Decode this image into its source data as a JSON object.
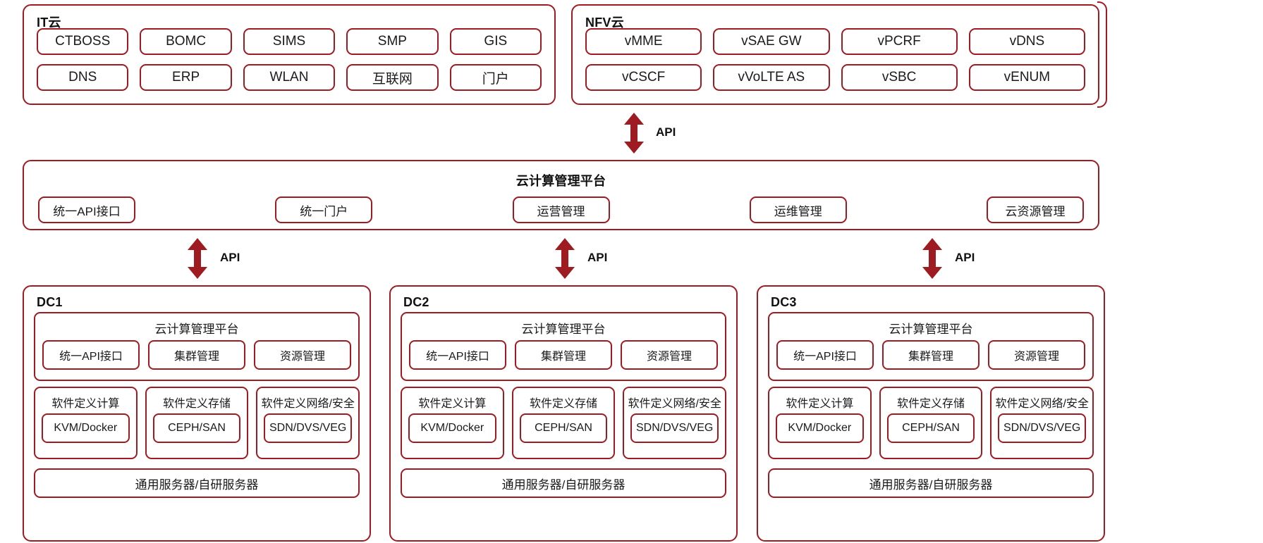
{
  "diagram": {
    "accent_color": "#9e1b22",
    "text_color": "#111111",
    "background": "#ffffff"
  },
  "top_row": {
    "it_cloud": {
      "title": "IT云",
      "items": [
        "CTBOSS",
        "BOMC",
        "SIMS",
        "SMP",
        "GIS",
        "DNS",
        "ERP",
        "WLAN",
        "互联网",
        "门户"
      ]
    },
    "nfv_cloud": {
      "title": "NFV云",
      "items": [
        "vMME",
        "vSAE GW",
        "vPCRF",
        "vDNS",
        "vCSCF",
        "vVoLTE AS",
        "vSBC",
        "vENUM"
      ]
    }
  },
  "platform": {
    "title": "云计算管理平台",
    "items": [
      "统一API接口",
      "统一门户",
      "运营管理",
      "运维管理",
      "云资源管理"
    ]
  },
  "arrows": {
    "top": {
      "label": "API",
      "icon": "double-arrow-vertical-icon"
    },
    "dc1": {
      "label": "API",
      "icon": "double-arrow-vertical-icon"
    },
    "dc2": {
      "label": "API",
      "icon": "double-arrow-vertical-icon"
    },
    "dc3": {
      "label": "API",
      "icon": "double-arrow-vertical-icon"
    }
  },
  "data_centers": [
    {
      "title": "DC1",
      "cmp": {
        "title": "云计算管理平台",
        "items": [
          "统一API接口",
          "集群管理",
          "资源管理"
        ]
      },
      "software_defined": [
        {
          "title": "软件定义计算",
          "value": "KVM/Docker"
        },
        {
          "title": "软件定义存储",
          "value": "CEPH/SAN"
        },
        {
          "title": "软件定义网络/安全",
          "value": "SDN/DVS/VEG"
        }
      ],
      "server": "通用服务器/自研服务器"
    },
    {
      "title": "DC2",
      "cmp": {
        "title": "云计算管理平台",
        "items": [
          "统一API接口",
          "集群管理",
          "资源管理"
        ]
      },
      "software_defined": [
        {
          "title": "软件定义计算",
          "value": "KVM/Docker"
        },
        {
          "title": "软件定义存储",
          "value": "CEPH/SAN"
        },
        {
          "title": "软件定义网络/安全",
          "value": "SDN/DVS/VEG"
        }
      ],
      "server": "通用服务器/自研服务器"
    },
    {
      "title": "DC3",
      "cmp": {
        "title": "云计算管理平台",
        "items": [
          "统一API接口",
          "集群管理",
          "资源管理"
        ]
      },
      "software_defined": [
        {
          "title": "软件定义计算",
          "value": "KVM/Docker"
        },
        {
          "title": "软件定义存储",
          "value": "CEPH/SAN"
        },
        {
          "title": "软件定义网络/安全",
          "value": "SDN/DVS/VEG"
        }
      ],
      "server": "通用服务器/自研服务器"
    }
  ]
}
